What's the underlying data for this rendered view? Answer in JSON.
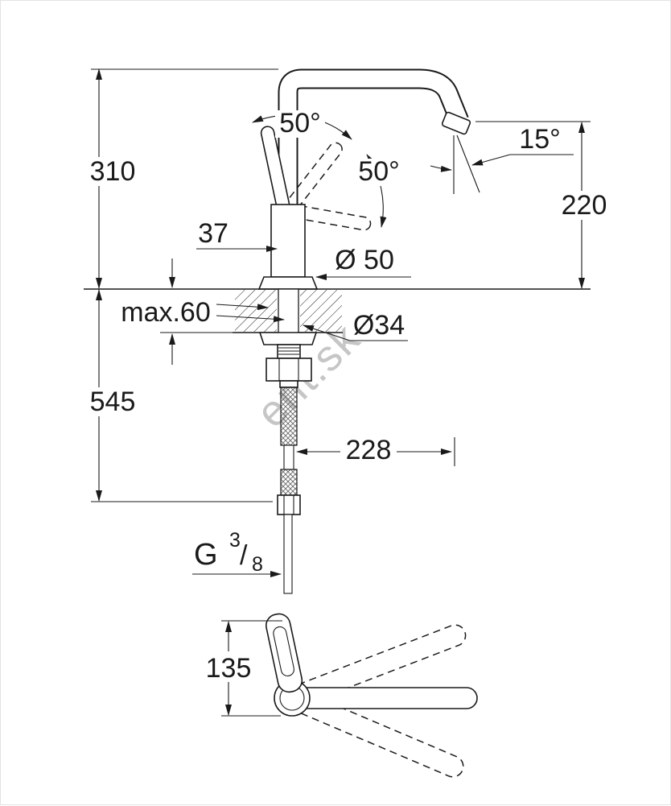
{
  "watermark": "ent.sk",
  "side_view": {
    "dim_height_above": "310",
    "dim_depth_below": "545",
    "deck_thickness": "max.60",
    "dim_offset": "37",
    "dia_base": "Ø 50",
    "dia_shank": "Ø34",
    "angle_handle_front": "50°",
    "angle_handle_back": "50°",
    "angle_spout": "15°",
    "dim_spout_height": "220",
    "dim_projection": "228",
    "thread_g": "G",
    "thread_num": "3",
    "thread_slash": "/",
    "thread_den": "8"
  },
  "top_view": {
    "dim_width": "135"
  }
}
